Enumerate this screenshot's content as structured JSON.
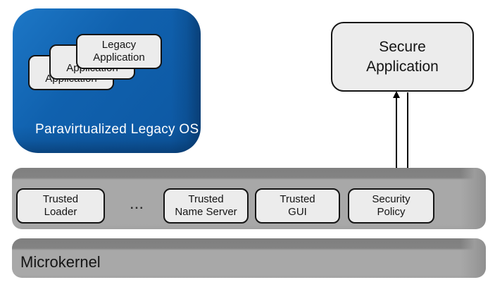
{
  "legacy_os": {
    "label": "Paravirtualized Legacy OS",
    "fill": "#0d5aa6",
    "text_color": "#ffffff",
    "apps": [
      {
        "label": "Legacy\nApplication"
      },
      {
        "label": "Legacy\nApplication"
      },
      {
        "label": "Legacy\nApplication"
      }
    ]
  },
  "secure_app": {
    "label": "Secure\nApplication",
    "fill": "#ececec"
  },
  "connection": {
    "type": "bidirectional-arrows",
    "color": "#000000"
  },
  "trusted_layer": {
    "fill": "#a8a8a8",
    "ellipsis": "...",
    "items": [
      {
        "label": "Trusted\nLoader"
      },
      {
        "label": "Trusted\nName Server"
      },
      {
        "label": "Trusted\nGUI"
      },
      {
        "label": "Security\nPolicy"
      }
    ]
  },
  "microkernel": {
    "label": "Microkernel",
    "fill": "#a8a8a8"
  }
}
